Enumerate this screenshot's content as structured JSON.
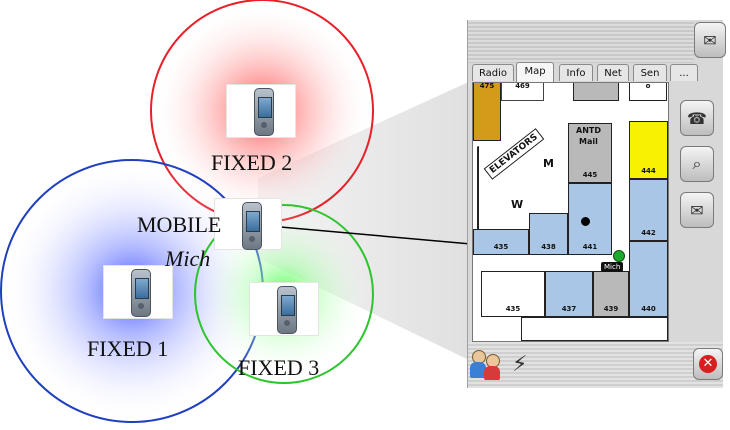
{
  "nodes": {
    "fixed2": {
      "label": "FIXED 2"
    },
    "fixed1": {
      "label": "FIXED 1"
    },
    "fixed3": {
      "label": "FIXED 3"
    },
    "mobile": {
      "label": "MOBILE",
      "name": "Mich"
    }
  },
  "pda": {
    "tabs": [
      "Radio",
      "Map",
      "Info",
      "Net",
      "Sen",
      "..."
    ],
    "active_tab": "Map",
    "rooms": {
      "r475": "475",
      "r469": "469",
      "r445": "445",
      "r444": "444",
      "r442": "442",
      "r435a": "435",
      "r438": "438",
      "r441": "441",
      "r435b": "435",
      "r437": "437",
      "r439": "439",
      "r440": "440"
    },
    "map_labels": {
      "elevators": "ELEVATORS",
      "men": "M",
      "women": "W",
      "antd": "ANTD",
      "mail": "Mail",
      "mobile_marker": "Mich",
      "misc": "o"
    },
    "icons": {
      "mail": "envelope-icon",
      "phone": "phone-icon",
      "search": "magnifier-icon",
      "message": "message-icon",
      "users": "users-icon",
      "plug": "plug-icon",
      "close": "close-icon"
    }
  },
  "colors": {
    "fixed2": "#e8202a",
    "fixed1": "#1f3fbf",
    "fixed3": "#2ec42e",
    "room_blue": "#a9c6e6",
    "room_yellow": "#f7f300",
    "room_orange": "#d49a1a"
  }
}
